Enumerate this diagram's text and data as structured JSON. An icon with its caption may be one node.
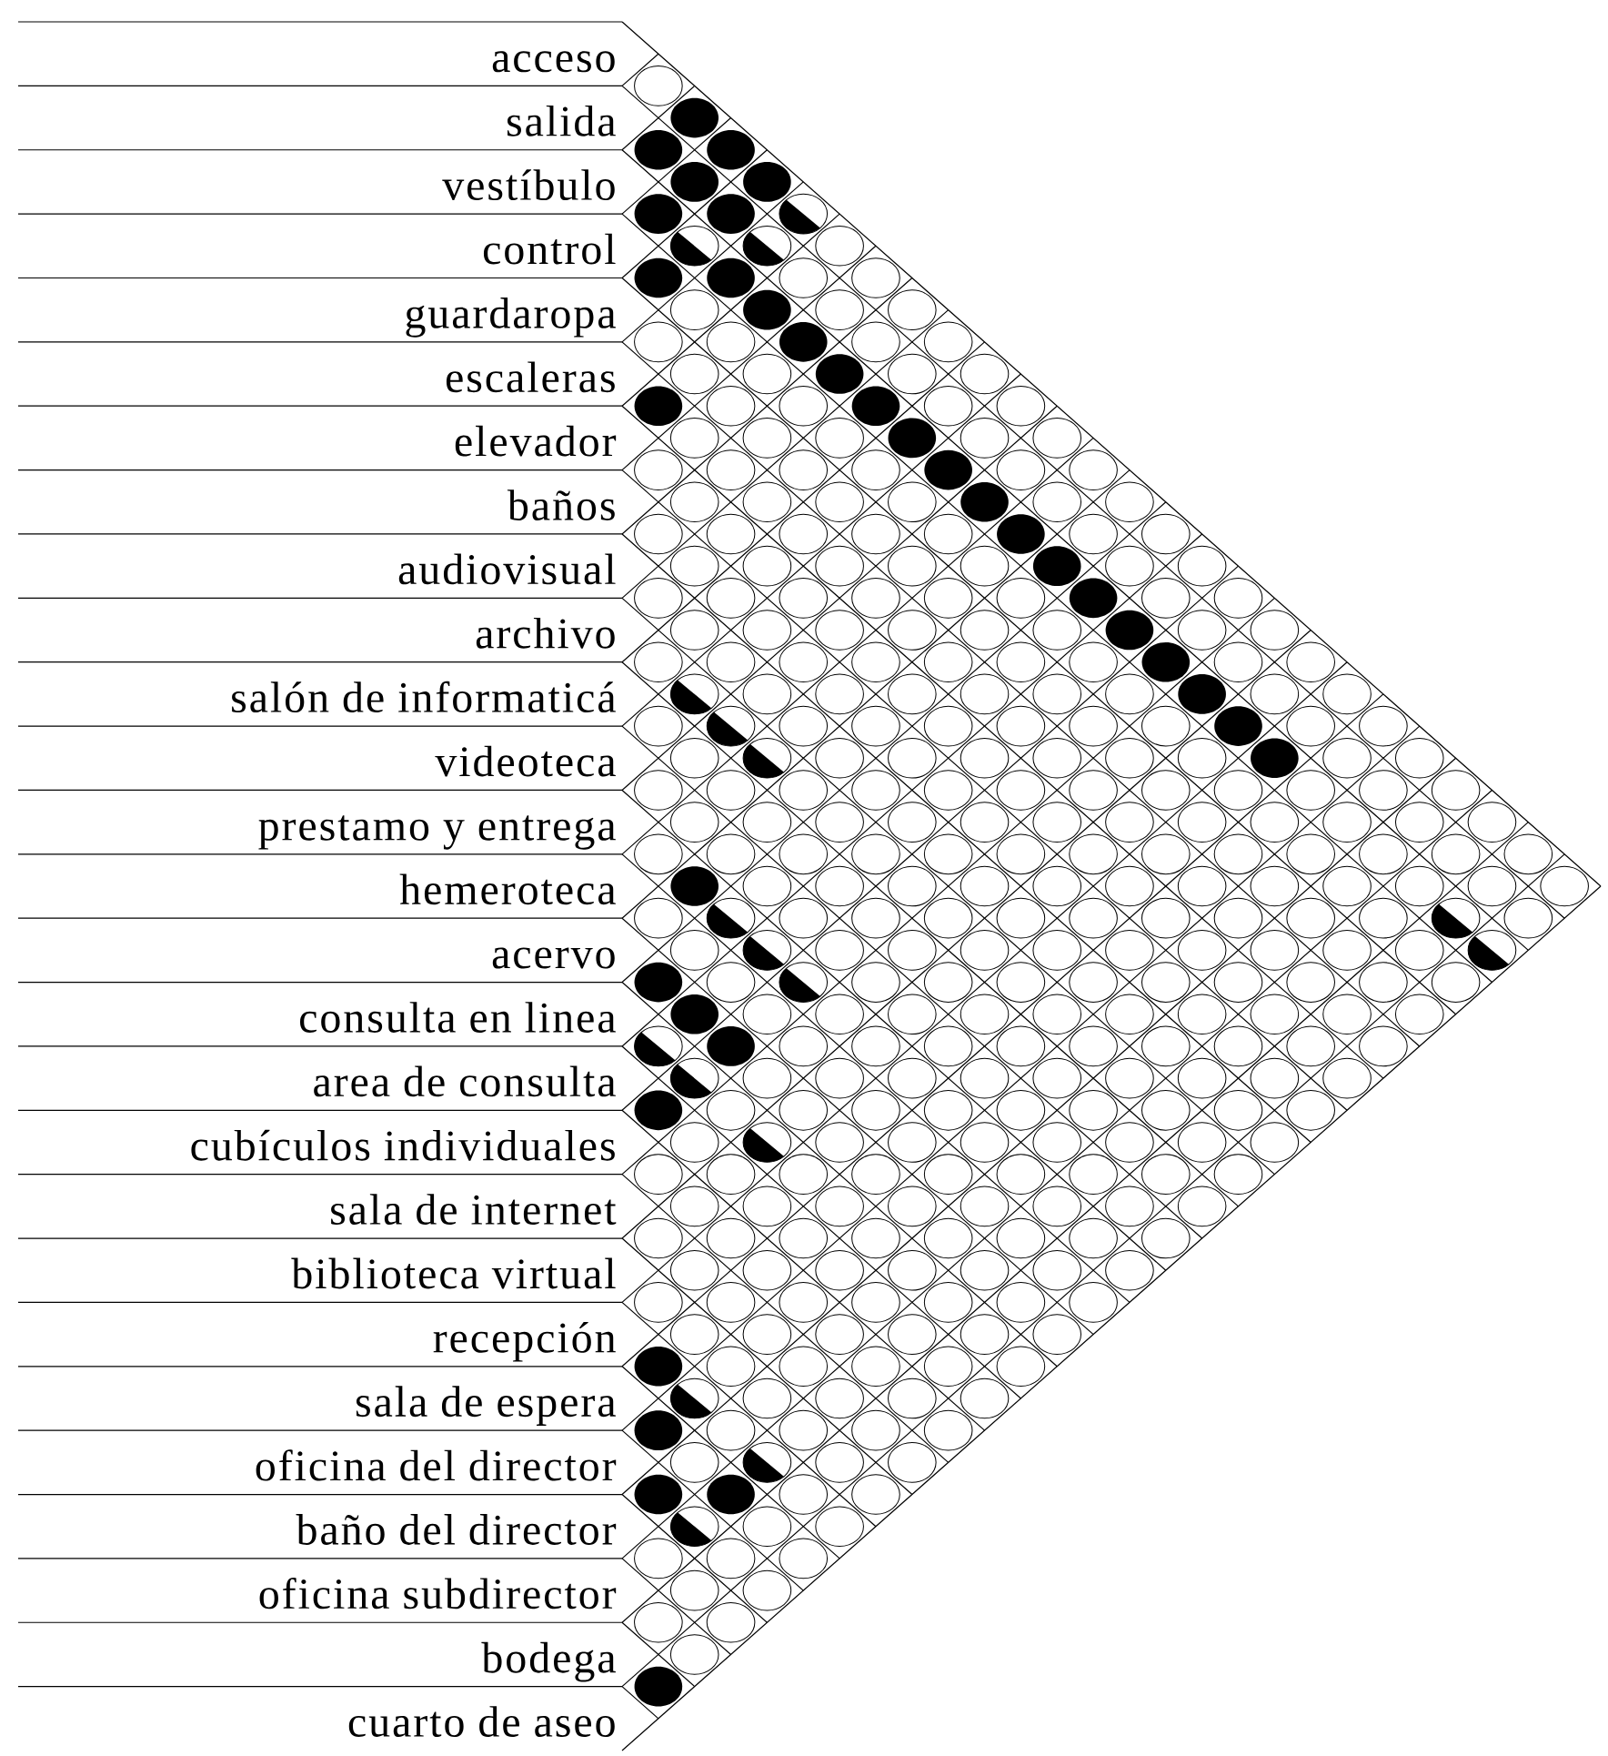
{
  "diagram": {
    "labels": [
      "acceso",
      "salida",
      "vestíbulo",
      "control",
      "guardaropa",
      "escaleras",
      "elevador",
      "baños",
      "audiovisual",
      "archivo",
      "salón de informaticá",
      "videoteca",
      "prestamo y entrega",
      "hemeroteca",
      "acervo",
      "consulta en linea",
      "area de consulta",
      "cubículos individuales",
      "sala de internet",
      "biblioteca virtual",
      "recepción",
      "sala de espera",
      "oficina del director",
      "baño del director",
      "oficina subdirector",
      "bodega",
      "cuarto de aseo"
    ]
  }
}
